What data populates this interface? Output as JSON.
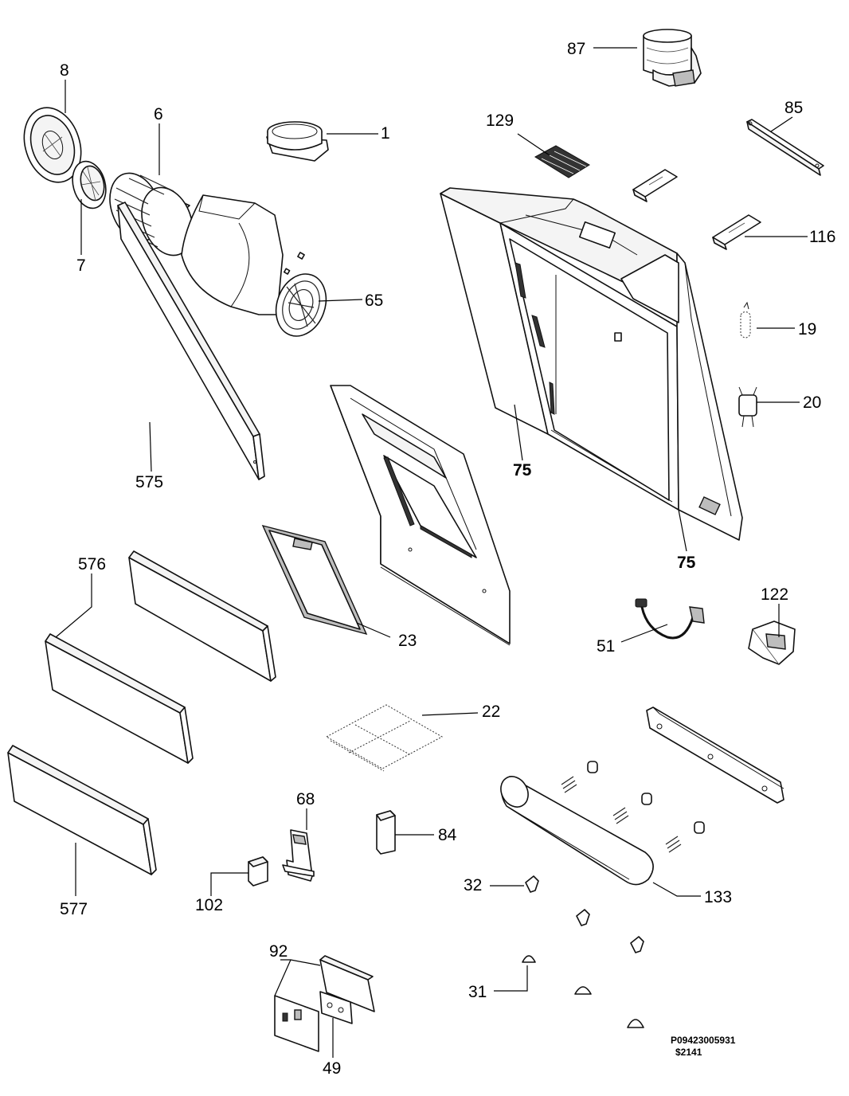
{
  "labels": {
    "p87": "87",
    "p8": "8",
    "p6": "6",
    "p1": "1",
    "p129": "129",
    "p85": "85",
    "p7": "7",
    "p116": "116",
    "p65": "65",
    "p19": "19",
    "p20": "20",
    "p575": "575",
    "p75a": "75",
    "p75b": "75",
    "p576": "576",
    "p122": "122",
    "p23": "23",
    "p51": "51",
    "p22": "22",
    "p68": "68",
    "p84": "84",
    "p32": "32",
    "p133": "133",
    "p102": "102",
    "p577": "577",
    "p92": "92",
    "p31": "31",
    "p49": "49"
  },
  "drawing_code": {
    "line1": "P09423005931",
    "line2": "$2141"
  }
}
